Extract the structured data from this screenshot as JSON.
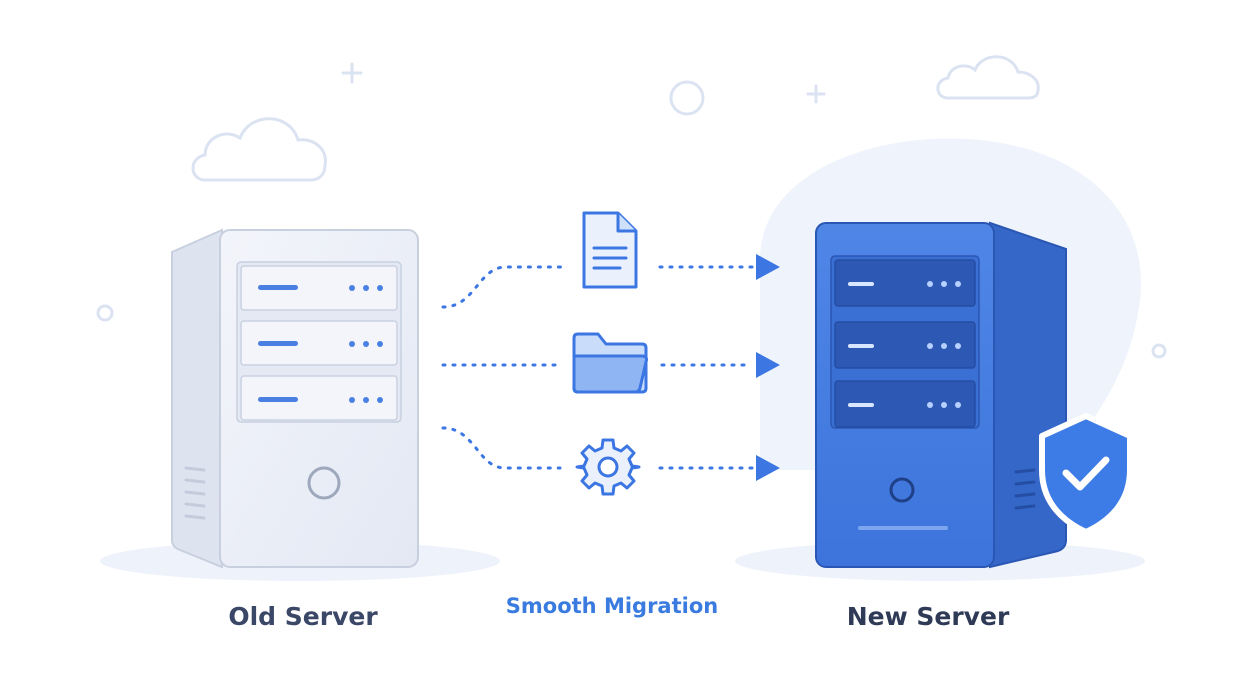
{
  "labels": {
    "old_server": "Old Server",
    "migration": "Smooth Migration",
    "new_server": "New Server"
  },
  "colors": {
    "accent": "#3b76e3",
    "old_label": "#3a4766",
    "new_label": "#2f3a57",
    "migration_label": "#3a7be0",
    "old_server_body": "#e9edf6",
    "new_server_body": "#4a80e3",
    "shield": "#3d7ce6"
  },
  "icons": {
    "document": "document-icon",
    "folder": "folder-icon",
    "gear": "gear-icon",
    "shield": "shield-check-icon"
  }
}
